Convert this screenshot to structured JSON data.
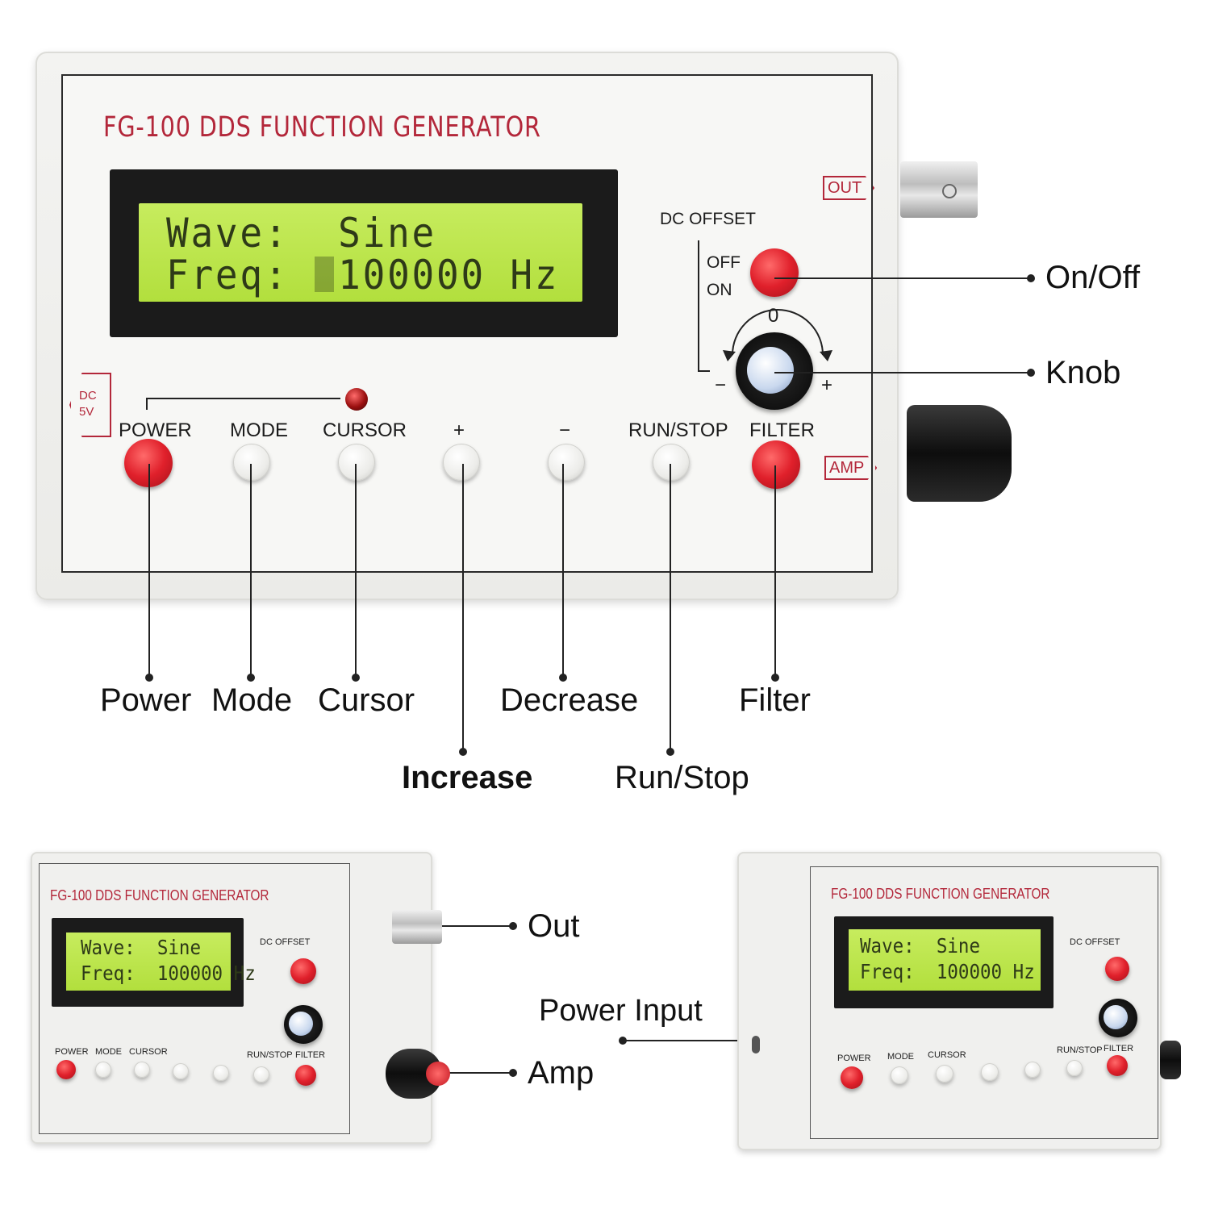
{
  "device": {
    "title": "FG-100 DDS FUNCTION GENERATOR",
    "lcd": {
      "line1": "Wave:  Sine",
      "line2": "Freq:  100000 Hz"
    },
    "dc_offset_label": "DC OFFSET",
    "off_label": "OFF",
    "on_label": "ON",
    "knob_zero": "0",
    "knob_minus": "−",
    "knob_plus": "+",
    "out_tag": "OUT",
    "amp_tag": "AMP",
    "dc_tag_line1": "DC",
    "dc_tag_line2": "5V",
    "buttons": {
      "power": "POWER",
      "mode": "MODE",
      "cursor": "CURSOR",
      "plus": "+",
      "minus": "−",
      "run_stop": "RUN/STOP",
      "filter": "FILTER"
    }
  },
  "callouts": {
    "on_off": "On/Off",
    "knob": "Knob",
    "power": "Power",
    "mode": "Mode",
    "cursor": "Cursor",
    "decrease": "Decrease",
    "filter": "Filter",
    "increase": "Increase",
    "run_stop": "Run/Stop",
    "out": "Out",
    "amp": "Amp",
    "power_input": "Power Input"
  },
  "colors": {
    "brand_red": "#b3273a",
    "lcd_green": "#b2df3d",
    "button_red": "#e0202b"
  }
}
